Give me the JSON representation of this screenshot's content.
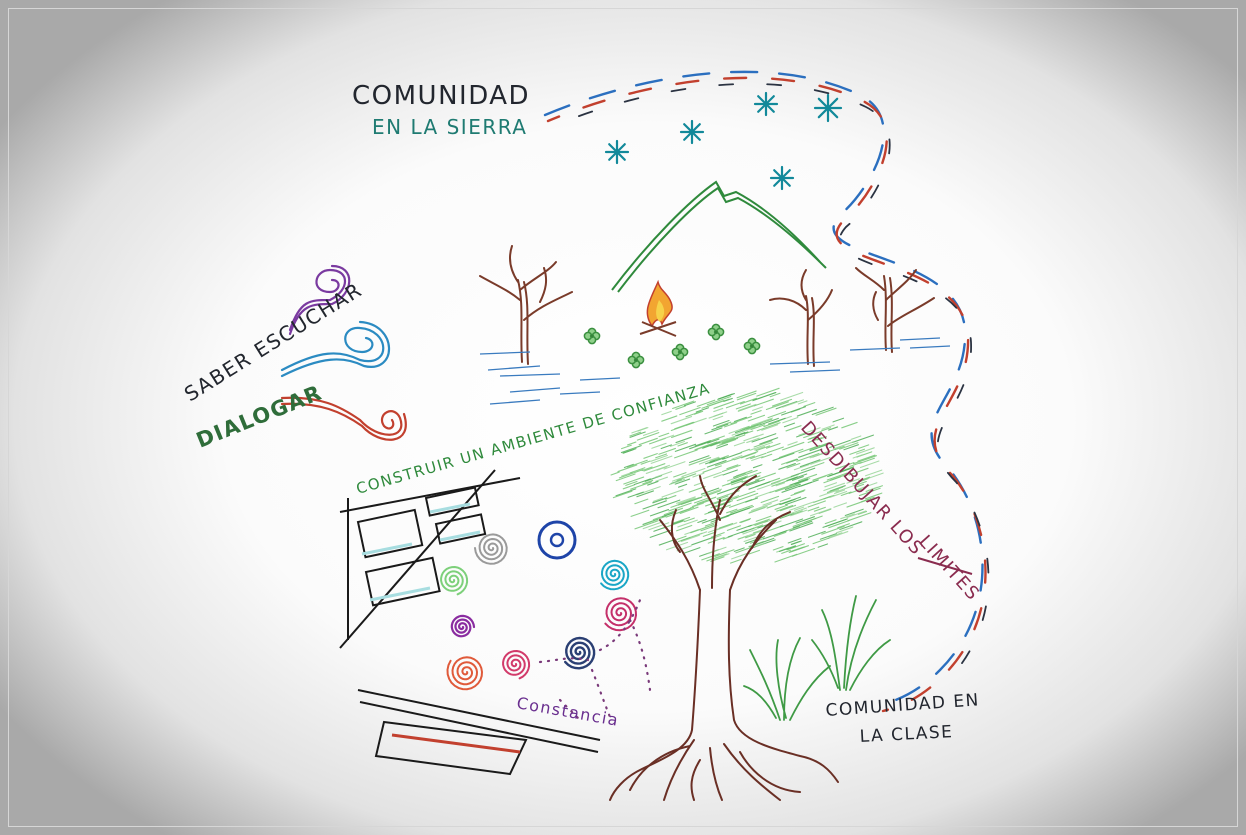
{
  "labels": {
    "sierra_line1": "COMUNIDAD",
    "sierra_line2": "EN LA SIERRA",
    "saber_escuchar": "SABER ESCUCHAR",
    "dialogar": "DIALOGAR",
    "construir": "CONSTRUIR UN AMBIENTE DE CONFIANZA",
    "desdibujar_1": "DESDIBUJAR LOS",
    "desdibujar_2": "LIMITES",
    "constancia": "Constancia",
    "clase_line1": "COMUNIDAD EN",
    "clase_line2": "LA CLASE"
  },
  "colors": {
    "path_blue": "#2b6fbf",
    "path_red": "#c2402e",
    "path_dark": "#2b3342",
    "snowflake": "#12899a",
    "mountain": "#2f8a3c",
    "branch": "#7a3b2a",
    "teal_text": "#1f7b72",
    "green_text": "#2f8a3c",
    "purple": "#6a2f8f",
    "maroon": "#8a2c4f",
    "dark_text": "#22262e"
  }
}
